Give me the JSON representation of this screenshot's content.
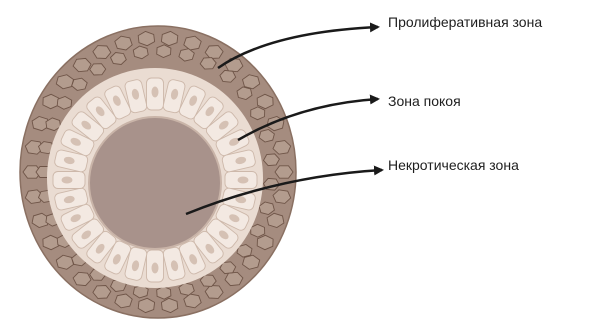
{
  "labels": {
    "proliferative_zone": "Пролиферативная зона",
    "quiescent_zone": "Зона покоя",
    "necrotic_zone": "Некротическая зона"
  },
  "colors": {
    "proliferative_fill": "#a58c7f",
    "proliferative_cell_outline": "#6f5548",
    "proliferative_cell_fill": "#b39c8e",
    "quiescent_fill": "#eadcd2",
    "quiescent_cell_outline": "#cdb8aa",
    "quiescent_nucleus": "#d5c1b4",
    "necrotic_core": "#a8928b",
    "arrow": "#1a1a1a",
    "text": "#1e1e1e"
  }
}
